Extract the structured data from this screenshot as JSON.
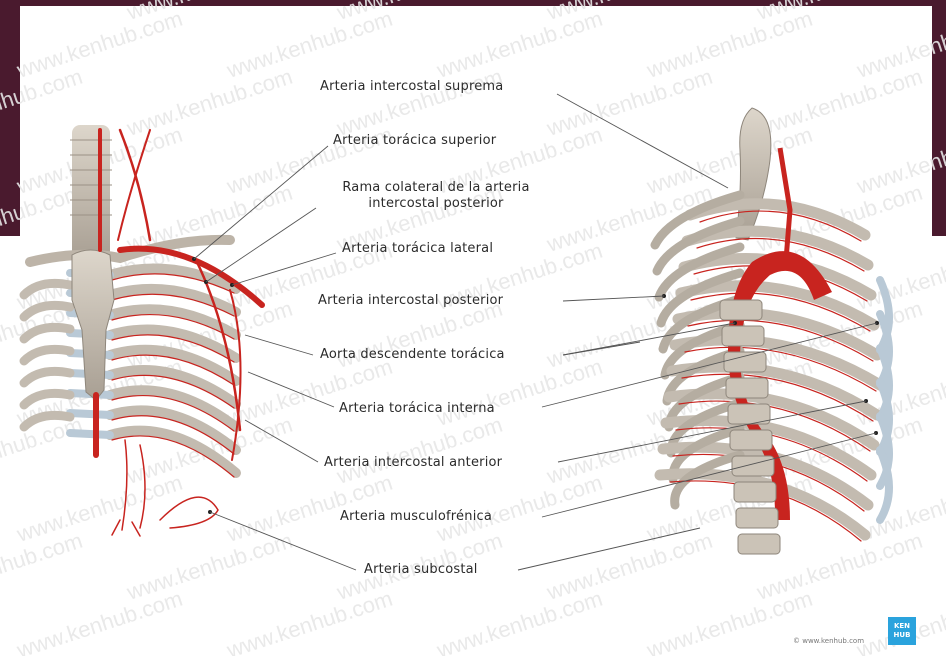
{
  "labels": {
    "intercostal_suprema": "Arteria intercostal suprema",
    "toracica_superior": "Arteria torácica superior",
    "rama_colateral_line1": "Rama colateral de la arteria",
    "rama_colateral_line2": "intercostal posterior",
    "toracica_lateral": "Arteria torácica lateral",
    "intercostal_posterior": "Arteria intercostal posterior",
    "aorta_descendente": "Aorta descendente torácica",
    "toracica_interna": "Arteria torácica interna",
    "intercostal_anterior": "Arteria intercostal anterior",
    "musculofrenica": "Arteria musculofrénica",
    "subcostal": "Arteria subcostal"
  },
  "watermark": {
    "text": "www.kenhub.com",
    "brand_badge_line1": "KEN",
    "brand_badge_line2": "HUB",
    "credit": "© www.kenhub.com"
  },
  "colors": {
    "frame": "#4a1a2e",
    "bone": "#cfc8bd",
    "cartilage": "#b9c9d6",
    "artery": "#c8241f",
    "leader": "#444444",
    "badge": "#2aa3dd"
  }
}
